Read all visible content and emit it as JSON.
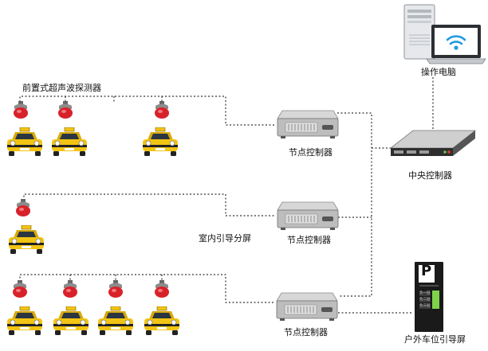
{
  "labels": {
    "sensor_group": "前置式超声波探测器",
    "node_ctrl_1": "节点控制器",
    "node_ctrl_2": "节点控制器",
    "node_ctrl_3": "节点控制器",
    "central_ctrl": "中央控制器",
    "operator_pc": "操作电脑",
    "indoor_screen": "室内引导分屏",
    "outdoor_screen": "户外车位引导屏"
  },
  "outdoor_screen_display": {
    "logo_letter": "P",
    "rows": [
      "负一层",
      "负二层",
      "负三层"
    ]
  },
  "colors": {
    "car_body": "#f2c413",
    "sensor_red": "#d8222a",
    "wire": "#333333",
    "screen_body": "#1a1a1a",
    "screen_digits": "#7fd34a",
    "wifi": "#1e9be0"
  }
}
